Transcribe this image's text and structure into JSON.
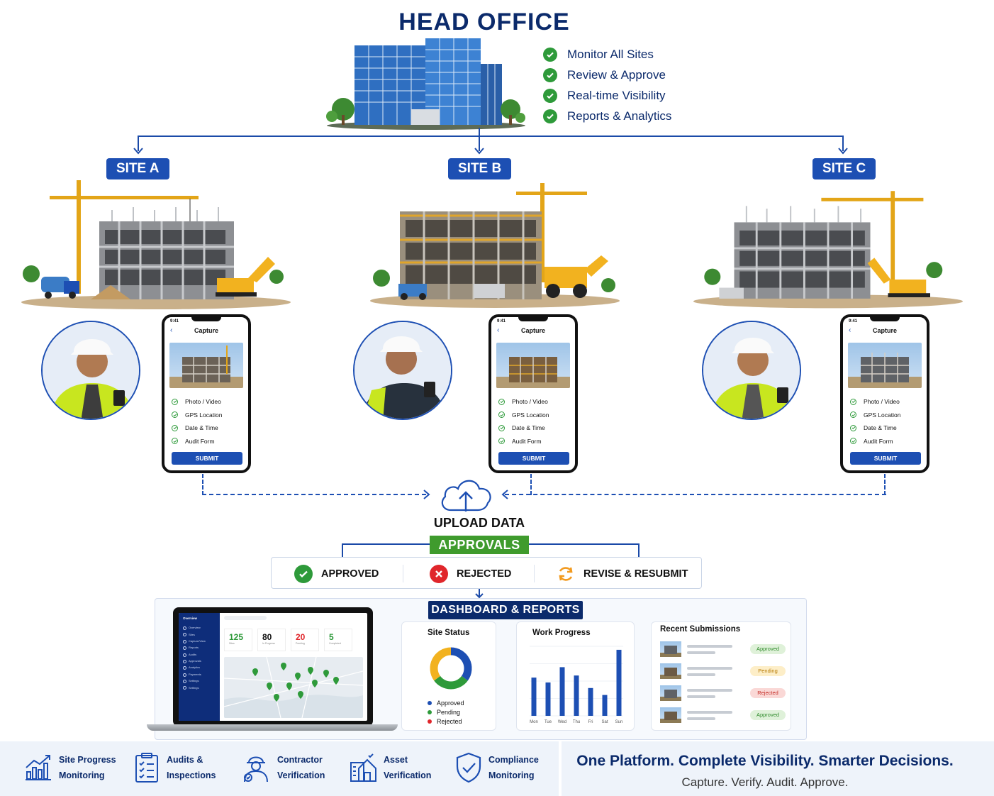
{
  "head_office": {
    "title": "HEAD OFFICE",
    "features": [
      "Monitor All Sites",
      "Review & Approve",
      "Real-time Visibility",
      "Reports & Analytics"
    ]
  },
  "sites": [
    {
      "name": "SITE A"
    },
    {
      "name": "SITE B"
    },
    {
      "name": "SITE C"
    }
  ],
  "capture_app": {
    "status_time": "9:41",
    "screen_title": "Capture",
    "items": [
      "Photo / Video",
      "GPS Location",
      "Date & Time",
      "Audit Form"
    ],
    "submit_label": "SUBMIT"
  },
  "upload": {
    "label": "UPLOAD DATA"
  },
  "approvals": {
    "title": "APPROVALS",
    "statuses": [
      {
        "label": "APPROVED",
        "color": "#2e9a3a"
      },
      {
        "label": "REJECTED",
        "color": "#e0262b"
      },
      {
        "label": "REVISE & RESUBMIT",
        "color": "#f29a1f"
      }
    ]
  },
  "dashboard": {
    "title": "DASHBOARD & REPORTS",
    "laptop": {
      "nav_title": "Overview",
      "nav_items": [
        "Overview",
        "Sites",
        "Capture/View",
        "Reports",
        "Audits",
        "Approvals",
        "Analytics",
        "Payments",
        "Settings",
        "Settings"
      ],
      "kpis": [
        {
          "value": "125",
          "label": "Sites",
          "color": "#2e9a3a"
        },
        {
          "value": "80",
          "label": "In Progress",
          "color": "#111111"
        },
        {
          "value": "20",
          "label": "Pending",
          "color": "#e0262b"
        },
        {
          "value": "5",
          "label": "Completed",
          "color": "#2e9a3a"
        }
      ]
    },
    "site_status": {
      "title": "Site Status",
      "legend": [
        {
          "label": "Approved",
          "color": "#1d4fb3"
        },
        {
          "label": "Pending",
          "color": "#2e9a3a"
        },
        {
          "label": "Rejected",
          "color": "#e0262b"
        }
      ]
    },
    "work_progress": {
      "title": "Work Progress"
    },
    "recent_submissions": {
      "title": "Recent Submissions",
      "rows": [
        {
          "status": "Approved",
          "bg": "#dff1d9",
          "fg": "#2e8a2a"
        },
        {
          "status": "Pending",
          "bg": "#fdeec8",
          "fg": "#b77b06"
        },
        {
          "status": "Rejected",
          "bg": "#fad8d6",
          "fg": "#c42b25"
        },
        {
          "status": "Approved",
          "bg": "#dff1d9",
          "fg": "#2e8a2a"
        }
      ]
    }
  },
  "chart_data": [
    {
      "type": "pie",
      "title": "Site Status",
      "categories": [
        "Approved",
        "Pending",
        "Rejected"
      ],
      "values": [
        35,
        30,
        35
      ],
      "note_colors": [
        "#1d4fb3",
        "#2e9a3a",
        "#f2b21f"
      ]
    },
    {
      "type": "bar",
      "title": "Work Progress",
      "categories": [
        "Mon",
        "Tue",
        "Wed",
        "Thu",
        "Fri",
        "Sat",
        "Sun"
      ],
      "values": [
        55,
        48,
        70,
        58,
        40,
        30,
        95
      ],
      "ylim": [
        0,
        100
      ]
    }
  ],
  "bottom_features": [
    {
      "line1": "Site Progress",
      "line2": "Monitoring",
      "icon": "bar-chart-icon"
    },
    {
      "line1": "Audits &",
      "line2": "Inspections",
      "icon": "clipboard-icon"
    },
    {
      "line1": "Contractor",
      "line2": "Verification",
      "icon": "worker-icon"
    },
    {
      "line1": "Asset",
      "line2": "Verification",
      "icon": "house-icon"
    },
    {
      "line1": "Compliance",
      "line2": "Monitoring",
      "icon": "shield-icon"
    }
  ],
  "tagline": {
    "main": "One Platform. Complete Visibility. Smarter Decisions.",
    "sub": "Capture. Verify. Audit. Approve."
  }
}
